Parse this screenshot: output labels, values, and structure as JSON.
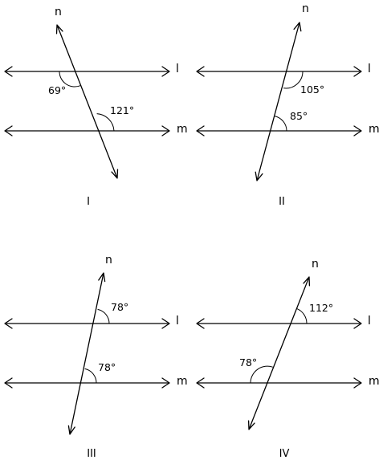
{
  "labels": {
    "transversal": "n",
    "line_top": "l",
    "line_bottom": "m"
  },
  "panels": [
    {
      "caption": "I",
      "angle_top": "69°",
      "angle_bottom": "121°"
    },
    {
      "caption": "II",
      "angle_top": "105°",
      "angle_bottom": "85°"
    },
    {
      "caption": "III",
      "angle_top": "78°",
      "angle_bottom": "78°"
    },
    {
      "caption": "IV",
      "angle_top": "112°",
      "angle_bottom": "78°"
    }
  ]
}
